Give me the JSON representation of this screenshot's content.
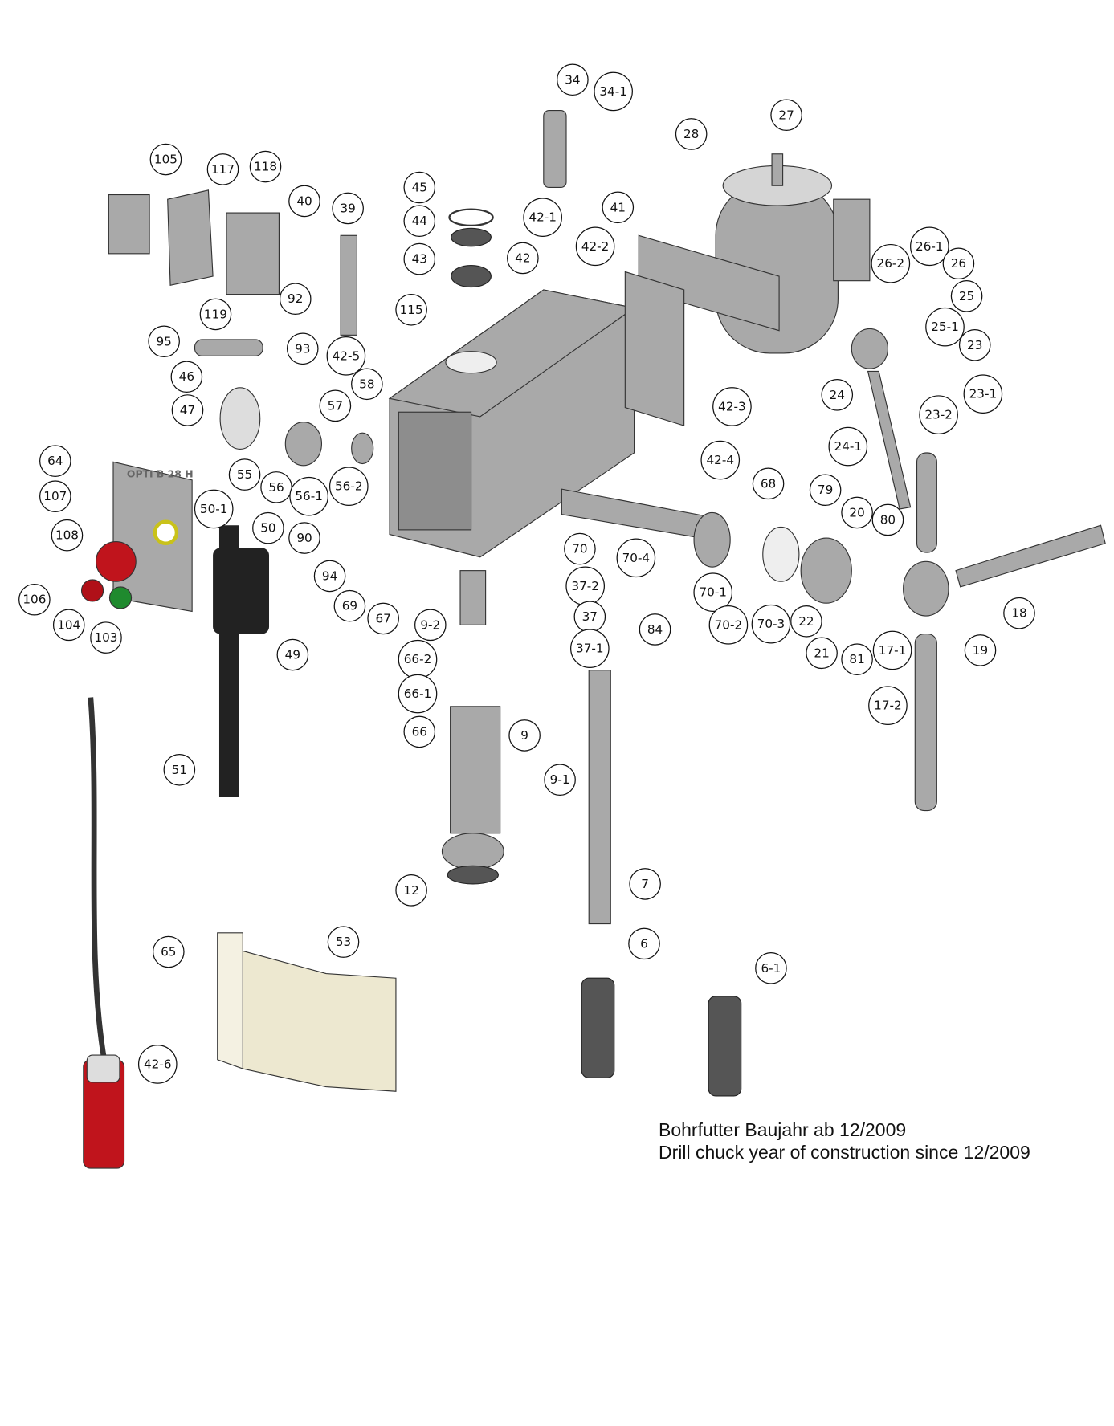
{
  "diagram": {
    "panel_label": "OPTI B 28 H",
    "callouts": [
      "34",
      "34-1",
      "27",
      "28",
      "105",
      "117",
      "118",
      "45",
      "44",
      "43",
      "40",
      "39",
      "42-1",
      "41",
      "42-2",
      "42",
      "26-2",
      "26-1",
      "26",
      "25",
      "92",
      "119",
      "115",
      "93",
      "95",
      "42-5",
      "25-1",
      "23",
      "46",
      "47",
      "57",
      "58",
      "24",
      "23-1",
      "42-3",
      "23-2",
      "24-1",
      "64",
      "55",
      "56",
      "56-1",
      "56-2",
      "42-4",
      "68",
      "79",
      "20",
      "80",
      "107",
      "50-1",
      "50",
      "90",
      "108",
      "70",
      "94",
      "106",
      "70-4",
      "70-1",
      "37-2",
      "69",
      "67",
      "9-2",
      "37",
      "104",
      "103",
      "49",
      "84",
      "70-2",
      "70-3",
      "22",
      "21",
      "81",
      "17-1",
      "19",
      "18",
      "37-1",
      "66-2",
      "66-1",
      "66",
      "17-2",
      "9",
      "51",
      "9-1",
      "7",
      "12",
      "6",
      "6-1",
      "65",
      "53",
      "42-6"
    ],
    "colors": {
      "part": "#a9a9a9",
      "red": "#c0141c",
      "green": "#1f8a2e",
      "guard": "#ede8d0",
      "yellow": "#c9c21a"
    }
  },
  "note": {
    "line1": "Bohrfutter Baujahr ab 12/2009",
    "line2": "Drill chuck year of construction since 12/2009"
  }
}
